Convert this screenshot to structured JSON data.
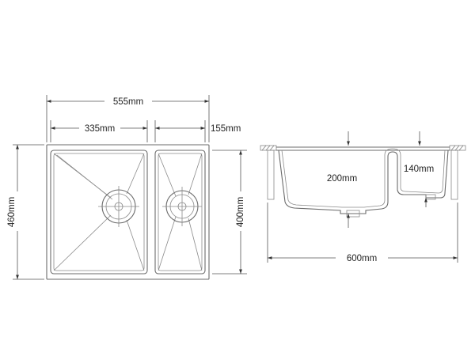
{
  "dimensions": {
    "overall_width": "555mm",
    "large_bowl_width": "335mm",
    "small_bowl_width": "155mm",
    "overall_depth": "460mm",
    "bowl_depth": "400mm",
    "large_bowl_height": "200mm",
    "small_bowl_height": "140mm",
    "section_width": "600mm"
  },
  "colors": {
    "line": "#6b6b6b",
    "dimension": "#555555",
    "text": "#222222",
    "background": "#ffffff"
  }
}
